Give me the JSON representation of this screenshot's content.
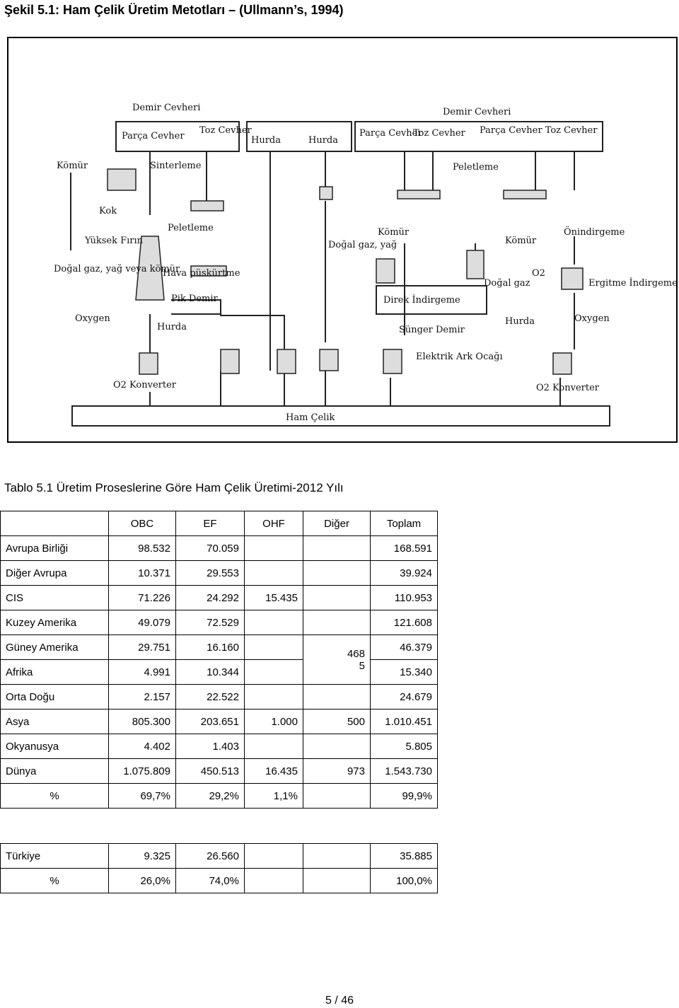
{
  "figure": {
    "title": "Şekil 5.1: Ham Çelik Üretim Metotları – (Ullmann’s, 1994)",
    "labels": {
      "demir_cevheri_left": "Demir Cevheri",
      "parca_cevher_left": "Parça Cevher",
      "toz_cevher_left": "Toz Cevher",
      "komur_left": "Kömür",
      "sinterleme": "Sinterleme",
      "kok": "Kok",
      "peletleme_left": "Peletleme",
      "yuksek_firin": "Yüksek Fırın",
      "dogal_gaz_left": "Doğal gaz, yağ veya kömür",
      "hava_puskurtme": "Hava püskürtme",
      "pik_demir": "Pik Demir",
      "oxygen_left": "Oxygen",
      "hurda_left": "Hurda",
      "o2_konverter_left": "O2 Konverter",
      "hurda_mid1": "Hurda",
      "hurda_mid2": "Hurda",
      "dogal_gaz_yag": "Doğal gaz, yağ",
      "komur_mid": "Kömür",
      "direk_indirgeme": "Direk İndirgeme",
      "sunger_demir": "Sünger Demir",
      "elektrik_ark": "Elektrik Ark Ocağı",
      "demir_cevheri_right": "Demir Cevheri",
      "parca_cevher_mid": "Parça Cevher",
      "toz_cevher_mid": "Toz Cevher",
      "parca_toz_right": "Parça Cevher Toz Cevher",
      "peletleme_right": "Peletleme",
      "komur_right": "Kömür",
      "onindirgeme": "Önindirgeme",
      "dogal_gaz_right": "Doğal gaz",
      "o2_right": "O2",
      "ergitme": "Ergitme İndirgemesi",
      "hurda_right": "Hurda",
      "oxygen_right": "Oxygen",
      "o2_konverter_right": "O2 Konverter",
      "ham_celik": "Ham Çelik"
    }
  },
  "table": {
    "title": "Tablo 5.1 Üretim Proseslerine Göre Ham Çelik Üretimi-2012 Yılı",
    "headers": [
      "OBC",
      "EF",
      "OHF",
      "Diğer",
      "Toplam"
    ],
    "rows": [
      {
        "name": "Avrupa Birliği",
        "obc": "98.532",
        "ef": "70.059",
        "ohf": "",
        "toplam": "168.591"
      },
      {
        "name": "Diğer Avrupa",
        "obc": "10.371",
        "ef": "29.553",
        "ohf": "",
        "toplam": "39.924"
      },
      {
        "name": "CIS",
        "obc": "71.226",
        "ef": "24.292",
        "ohf": "15.435",
        "toplam": "110.953"
      },
      {
        "name": "Kuzey Amerika",
        "obc": "49.079",
        "ef": "72.529",
        "ohf": "",
        "toplam": "121.608"
      },
      {
        "name": "Güney Amerika",
        "obc": "29.751",
        "ef": "16.160",
        "ohf": "",
        "toplam": "46.379"
      },
      {
        "name": "Afrika",
        "obc": "4.991",
        "ef": "10.344",
        "ohf": "",
        "toplam": "15.340"
      },
      {
        "name": "Orta Doğu",
        "obc": "2.157",
        "ef": "22.522",
        "ohf": "",
        "toplam": "24.679"
      },
      {
        "name": "Asya",
        "obc": "805.300",
        "ef": "203.651",
        "ohf": "1.000",
        "toplam": "1.010.451"
      },
      {
        "name": "Okyanusya",
        "obc": "4.402",
        "ef": "1.403",
        "ohf": "",
        "toplam": "5.805"
      },
      {
        "name": "Dünya",
        "obc": "1.075.809",
        "ef": "450.513",
        "ohf": "16.435",
        "toplam": "1.543.730"
      }
    ],
    "diger_values": [
      "468",
      "5",
      "500",
      "973"
    ],
    "percent_row": {
      "label": "%",
      "obc": "69,7%",
      "ef": "29,2%",
      "ohf": "1,1%",
      "toplam": "99,9%"
    },
    "turkiye": {
      "name": "Türkiye",
      "obc": "9.325",
      "ef": "26.560",
      "toplam": "35.885"
    },
    "turkiye_percent": {
      "label": "%",
      "obc": "26,0%",
      "ef": "74,0%",
      "toplam": "100,0%"
    }
  },
  "footer": {
    "page": "5 / 46"
  }
}
